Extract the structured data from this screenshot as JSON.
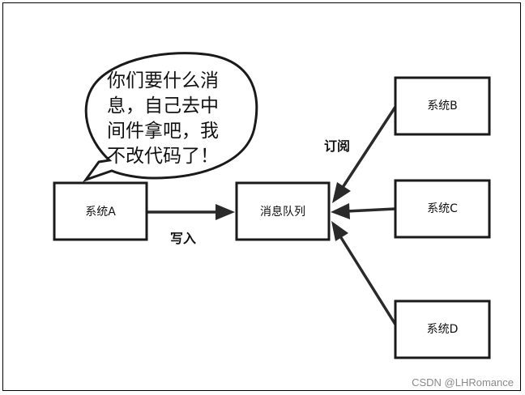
{
  "nodes": {
    "system_a": "系统A",
    "queue": "消息队列",
    "system_b": "系统B",
    "system_c": "系统C",
    "system_d": "系统D"
  },
  "edges": {
    "write_label": "写入",
    "subscribe_label": "订阅"
  },
  "speech_bubble": {
    "lines": [
      "你们要什么消",
      "息，自己去中",
      "间件拿吧，我",
      "不改代码了！"
    ]
  },
  "watermark": "CSDN @LHRomance"
}
